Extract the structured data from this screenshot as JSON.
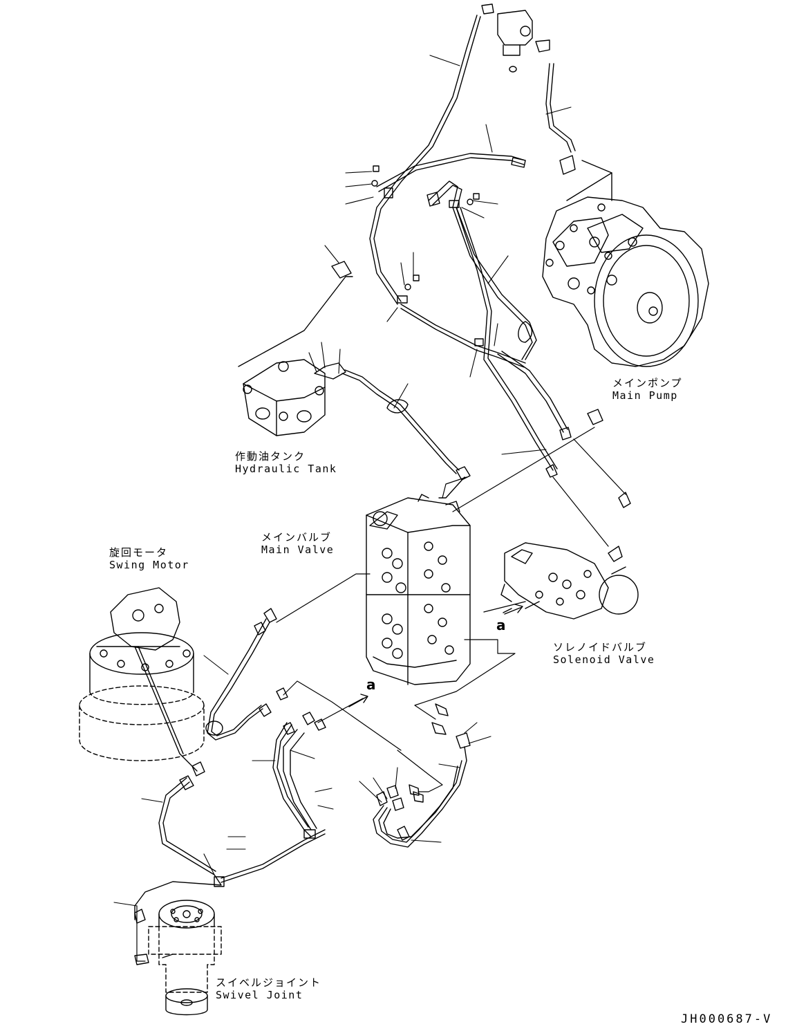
{
  "components": {
    "main_pump": {
      "jp": "メインポンプ",
      "en": "Main Pump"
    },
    "hydraulic_tank": {
      "jp": "作動油タンク",
      "en": "Hydraulic Tank"
    },
    "main_valve": {
      "jp": "メインバルブ",
      "en": "Main Valve"
    },
    "swing_motor": {
      "jp": "旋回モータ",
      "en": "Swing Motor"
    },
    "solenoid_valve": {
      "jp": "ソレノイドバルブ",
      "en": "Solenoid Valve"
    },
    "swivel_joint": {
      "jp": "スイベルジョイント",
      "en": "Swivel Joint"
    }
  },
  "markers": {
    "a1": "a",
    "a2": "a"
  },
  "drawing_code": "JH000687-V"
}
